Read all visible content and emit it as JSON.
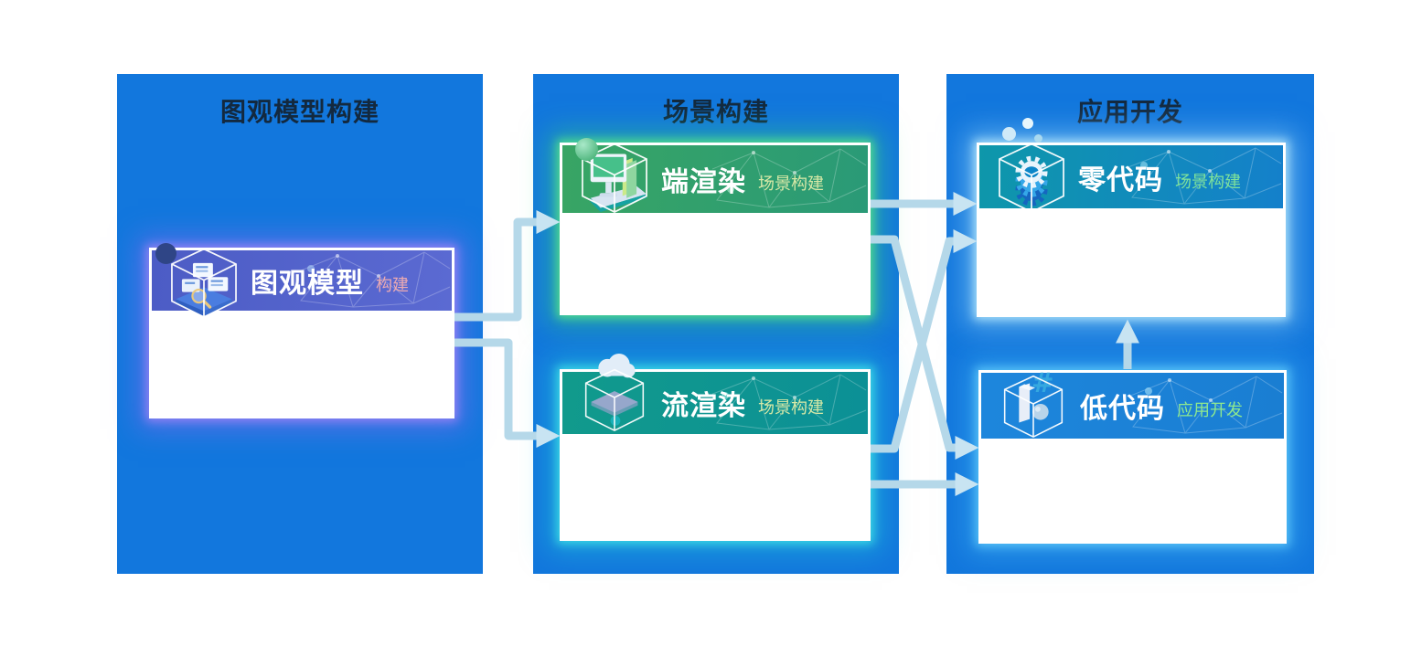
{
  "columns": [
    {
      "id": "model-build",
      "title": "图观模型构建"
    },
    {
      "id": "scene-build",
      "title": "场景构建"
    },
    {
      "id": "app-dev",
      "title": "应用开发"
    }
  ],
  "cards": [
    {
      "id": "tuguan-model",
      "title": "图观模型",
      "subtitle": "构建",
      "icon": "model-cube-icon"
    },
    {
      "id": "client-render",
      "title": "端渲染",
      "subtitle": "场景构建",
      "icon": "monitor-cube-icon"
    },
    {
      "id": "stream-render",
      "title": "流渲染",
      "subtitle": "场景构建",
      "icon": "cloud-cube-icon"
    },
    {
      "id": "zero-code",
      "title": "零代码",
      "subtitle": "场景构建",
      "icon": "gears-cube-icon"
    },
    {
      "id": "low-code",
      "title": "低代码",
      "subtitle": "应用开发",
      "icon": "hash-cube-icon"
    }
  ],
  "edges": [
    {
      "from": "tuguan-model",
      "to": "client-render"
    },
    {
      "from": "tuguan-model",
      "to": "stream-render"
    },
    {
      "from": "client-render",
      "to": "zero-code"
    },
    {
      "from": "client-render",
      "to": "low-code"
    },
    {
      "from": "stream-render",
      "to": "zero-code"
    },
    {
      "from": "stream-render",
      "to": "low-code"
    },
    {
      "from": "low-code",
      "to": "zero-code"
    }
  ],
  "colors": {
    "panel_blue": "#1277dd",
    "panel_title_text": "#13293f",
    "connector_line": "#b5d8e9",
    "connector_arrowhead": "#c8e4f2",
    "tuguan_header": "#5262c8",
    "tuguan_subtitle": "#ecaab2",
    "client_header_start": "#38a564",
    "client_header_end": "#2a9a77",
    "scene_subtitle": "#d6e8a6",
    "stream_header_start": "#119a8c",
    "stream_header_end": "#0c9096",
    "zero_header_start": "#0e97aa",
    "zero_header_end": "#1480cb",
    "zero_subtitle": "#7fe29a",
    "low_header": "#1b83d9",
    "low_subtitle": "#8ee88e",
    "card_body": "#ffffff"
  }
}
